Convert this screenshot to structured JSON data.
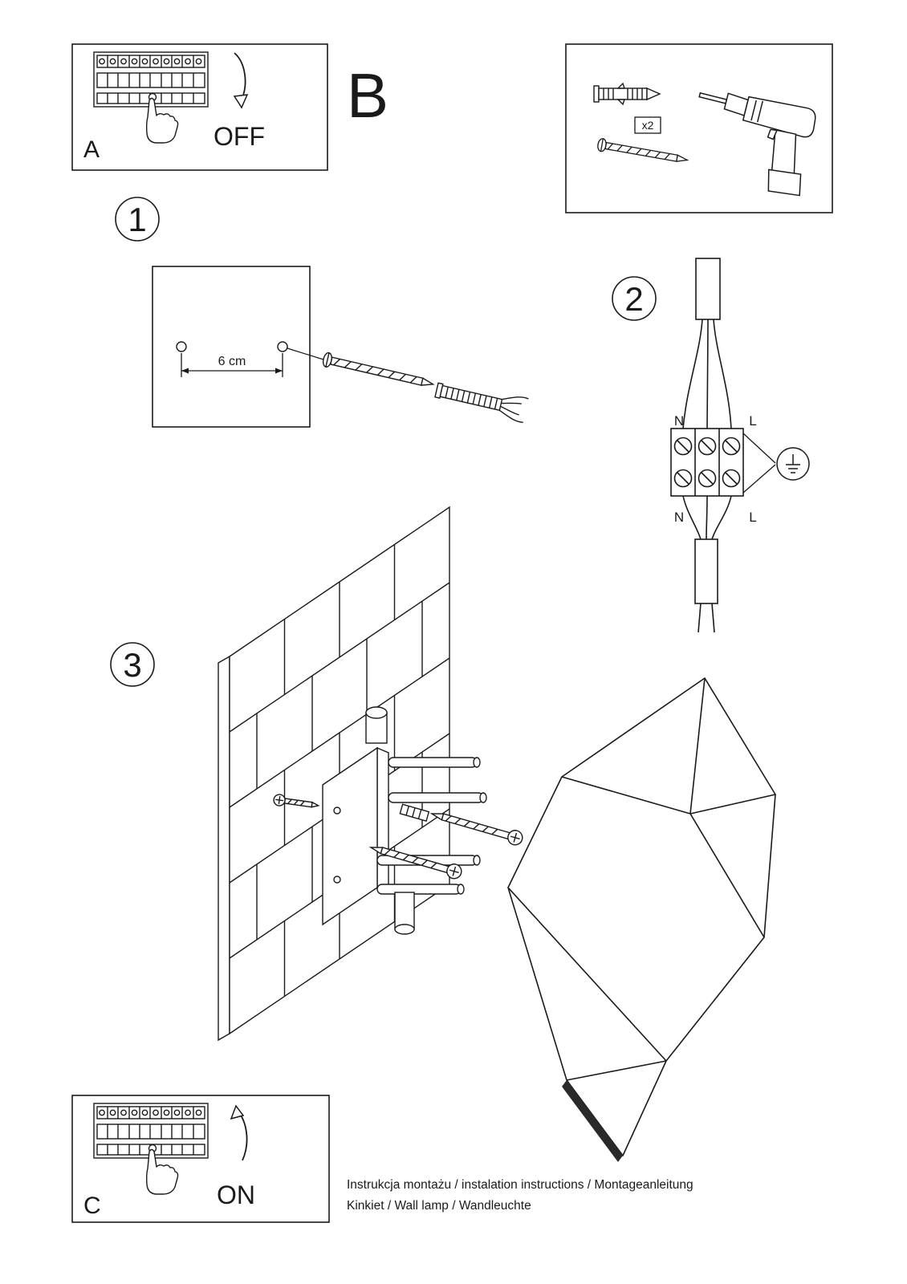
{
  "colors": {
    "ink": "#1a1a1a",
    "background": "#ffffff"
  },
  "panels": {
    "a": {
      "label": "A",
      "action": "OFF"
    },
    "b": {
      "label": "B"
    },
    "c": {
      "label": "C",
      "action": "ON"
    }
  },
  "steps": {
    "one": {
      "number": "1",
      "dimension": "6 cm"
    },
    "two": {
      "number": "2",
      "terminal": {
        "n_top": "N",
        "l_top": "L",
        "n_bottom": "N",
        "l_bottom": "L"
      }
    },
    "three": {
      "number": "3"
    }
  },
  "kit": {
    "quantity": "x2"
  },
  "footer": {
    "line1": "Instrukcja montażu / instalation instructions / Montageanleitung",
    "line2": "Kinkiet / Wall lamp / Wandleuchte"
  }
}
